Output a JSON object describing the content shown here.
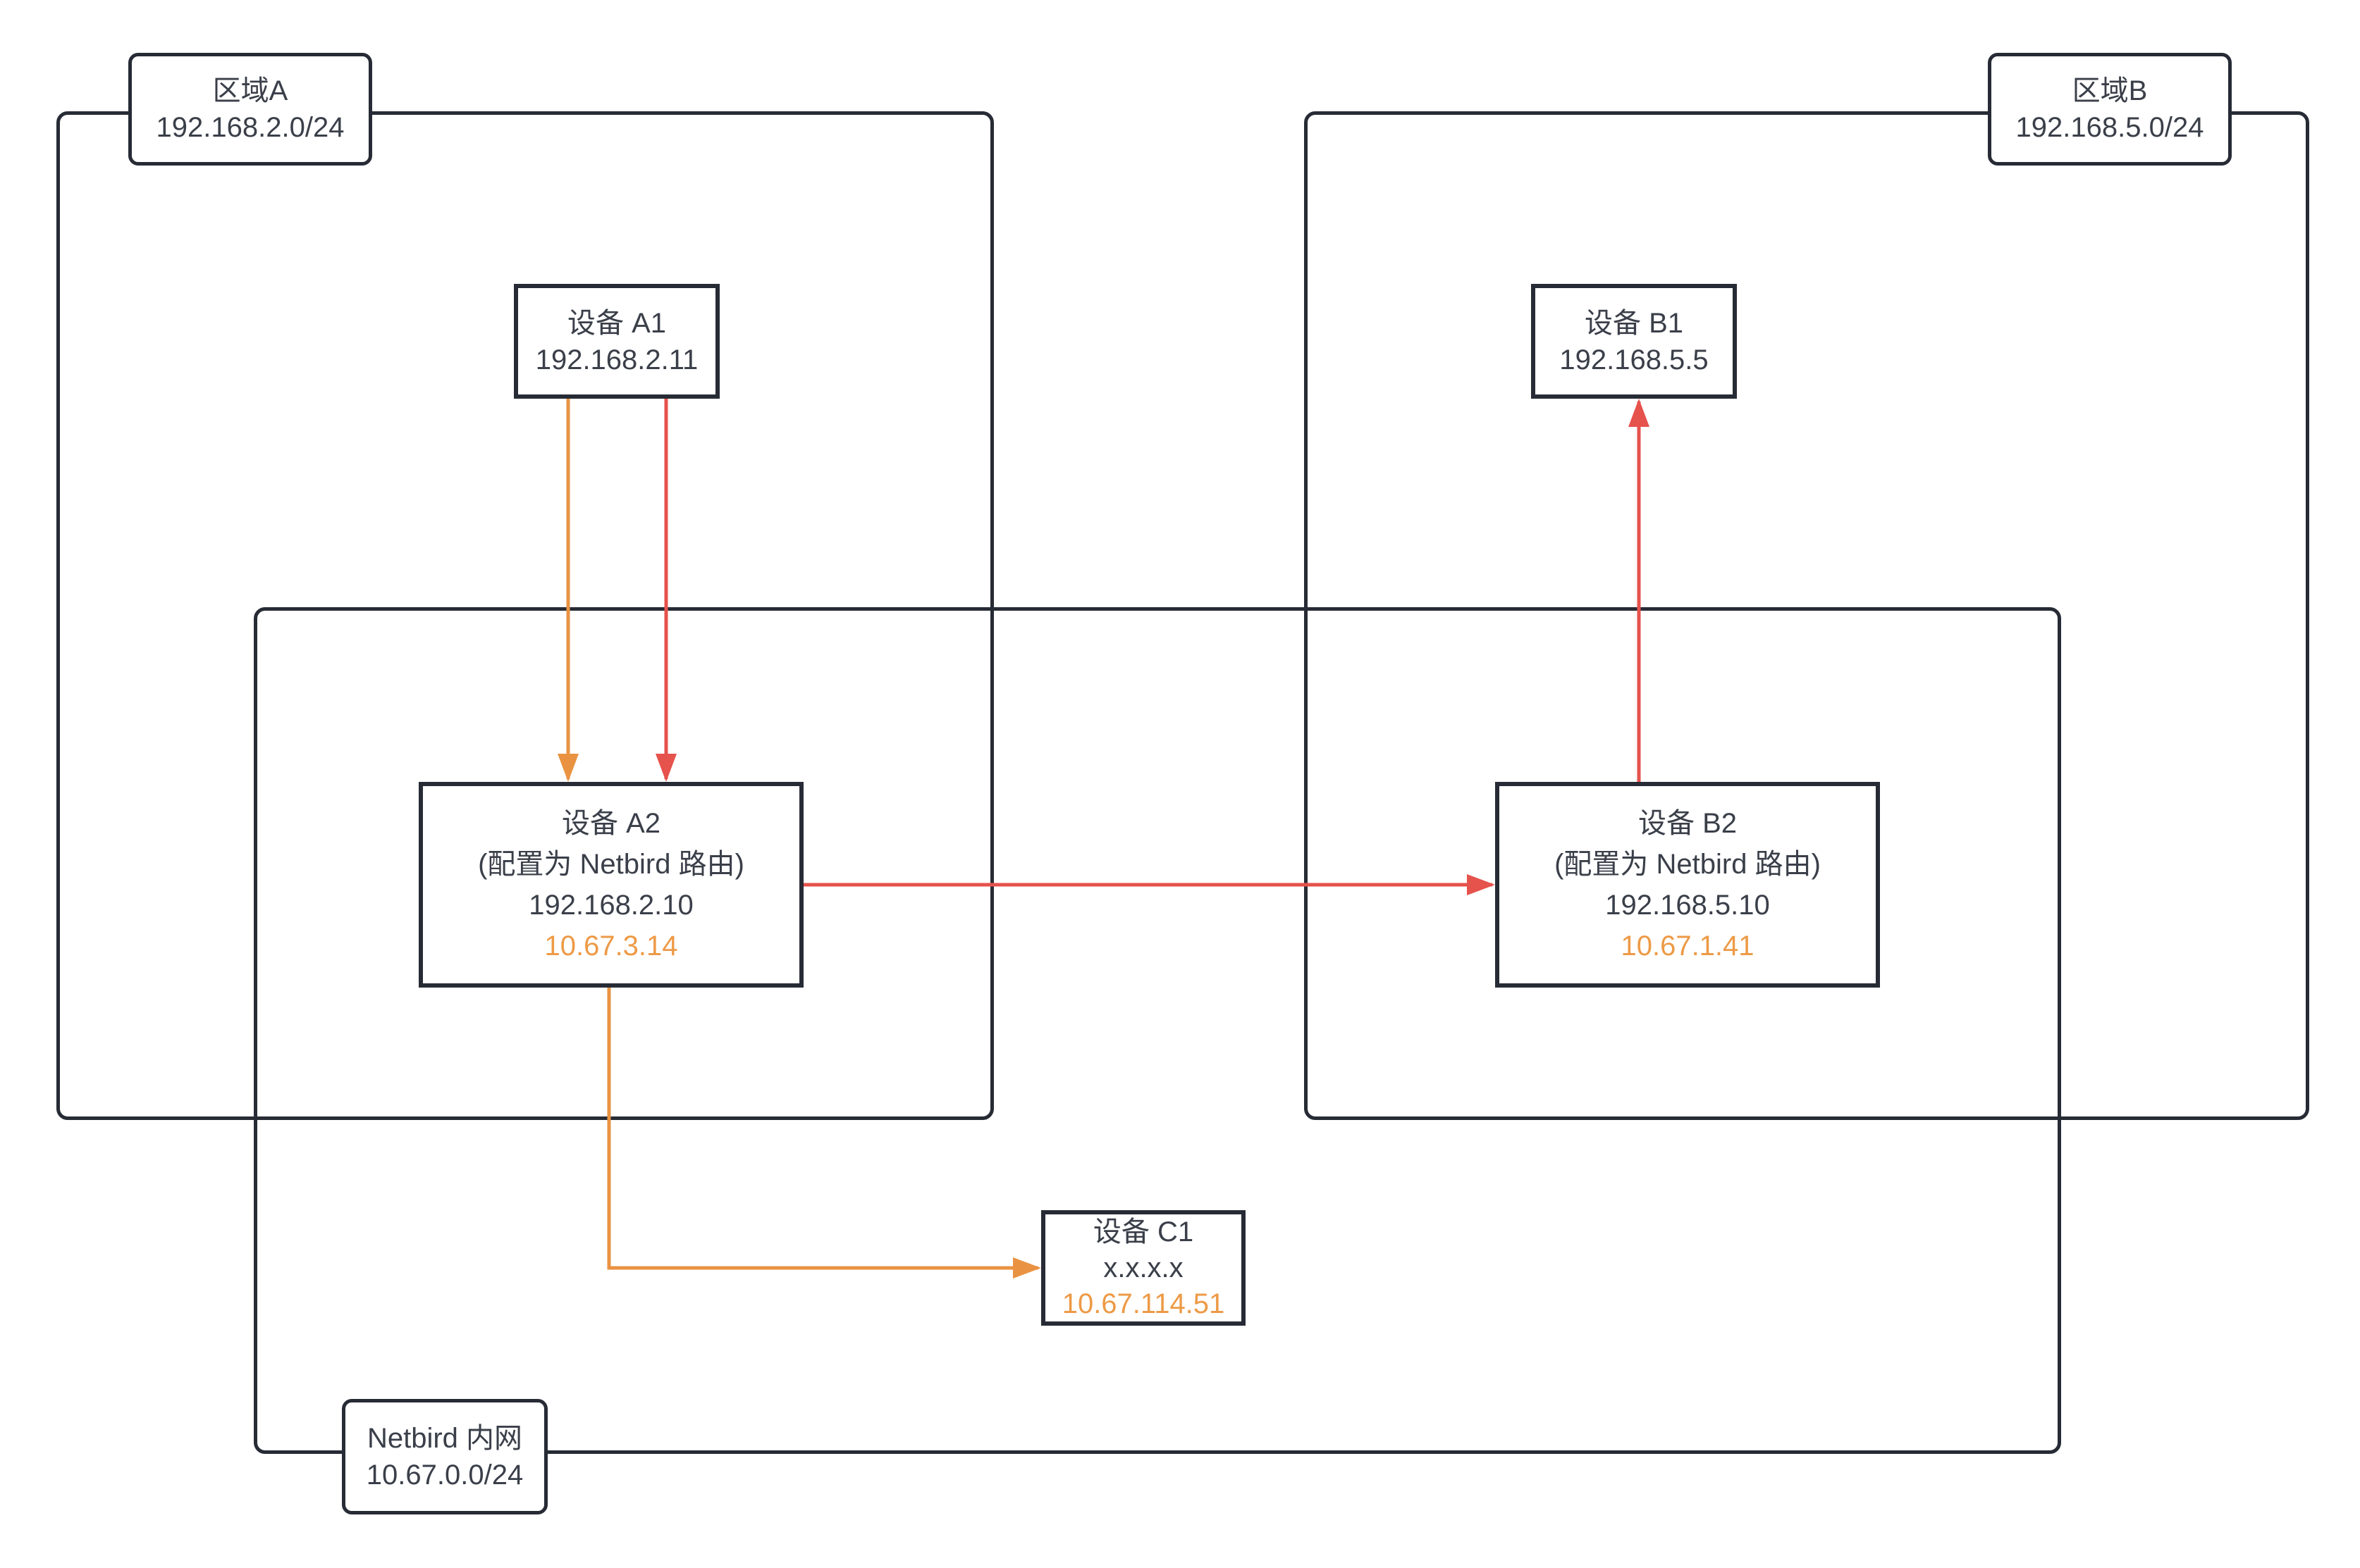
{
  "zones": {
    "zone_a": {
      "name": "区域A",
      "cidr": "192.168.2.0/24"
    },
    "zone_b": {
      "name": "区域B",
      "cidr": "192.168.5.0/24"
    },
    "netbird": {
      "name": "Netbird 内网",
      "cidr": "10.67.0.0/24"
    }
  },
  "devices": {
    "a1": {
      "name": "设备 A1",
      "lan_ip": "192.168.2.11"
    },
    "a2": {
      "name": "设备 A2",
      "role": "(配置为 Netbird 路由)",
      "lan_ip": "192.168.2.10",
      "netbird_ip": "10.67.3.14"
    },
    "b1": {
      "name": "设备 B1",
      "lan_ip": "192.168.5.5"
    },
    "b2": {
      "name": "设备 B2",
      "role": "(配置为 Netbird 路由)",
      "lan_ip": "192.168.5.10",
      "netbird_ip": "10.67.1.41"
    },
    "c1": {
      "name": "设备 C1",
      "lan_ip": "x.x.x.x",
      "netbird_ip": "10.67.114.51"
    }
  },
  "flows": [
    {
      "from": "设备 A1",
      "to": "设备 A2",
      "color": "orange"
    },
    {
      "from": "设备 A1",
      "to": "设备 A2",
      "color": "red"
    },
    {
      "from": "设备 A2",
      "to": "设备 B2",
      "color": "red"
    },
    {
      "from": "设备 B2",
      "to": "设备 B1",
      "color": "red"
    },
    {
      "from": "设备 A2",
      "to": "设备 C1",
      "color": "orange"
    }
  ],
  "colors": {
    "outline": "#272b35",
    "device_text": "#3a3f49",
    "red_flow": "#e6524c",
    "orange_flow": "#e99342",
    "netbird_ip_text": "#ed9a46",
    "canvas_bg": "#ffffff"
  }
}
